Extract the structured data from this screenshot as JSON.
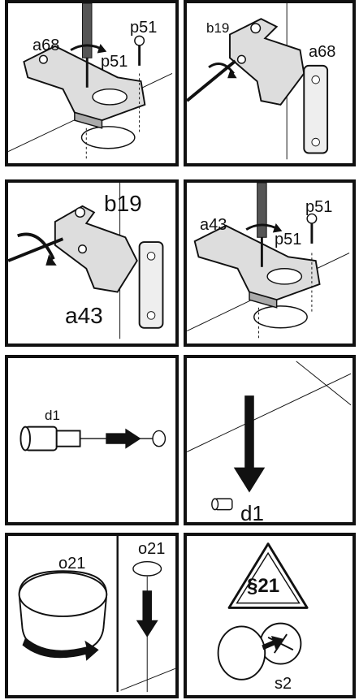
{
  "panels": [
    {
      "labels": {
        "part": "a68",
        "screw_top": "p51",
        "screw_mid": "p51"
      }
    },
    {
      "labels": {
        "part": "b19",
        "plate": "a68"
      }
    },
    {
      "labels": {
        "part": "b19",
        "plate": "a43"
      }
    },
    {
      "labels": {
        "part": "a43",
        "screw_top": "p51",
        "screw_mid": "p51"
      }
    },
    {
      "labels": {
        "part": "d1"
      }
    },
    {
      "labels": {
        "part": "d1"
      }
    },
    {
      "labels": {
        "cap_left": "o21",
        "cap_right": "o21"
      }
    },
    {
      "labels": {
        "sign": "§21",
        "part": "s2"
      }
    }
  ],
  "colors": {
    "ink": "#111111",
    "paper": "#ffffff",
    "shade": "#c8c8c8"
  },
  "icons": [
    "screw-icon",
    "screwdriver-icon",
    "rotate-arrow-icon",
    "hinge-icon",
    "push-arrow-icon",
    "down-arrow-icon",
    "cap-icon",
    "warning-triangle-icon"
  ]
}
